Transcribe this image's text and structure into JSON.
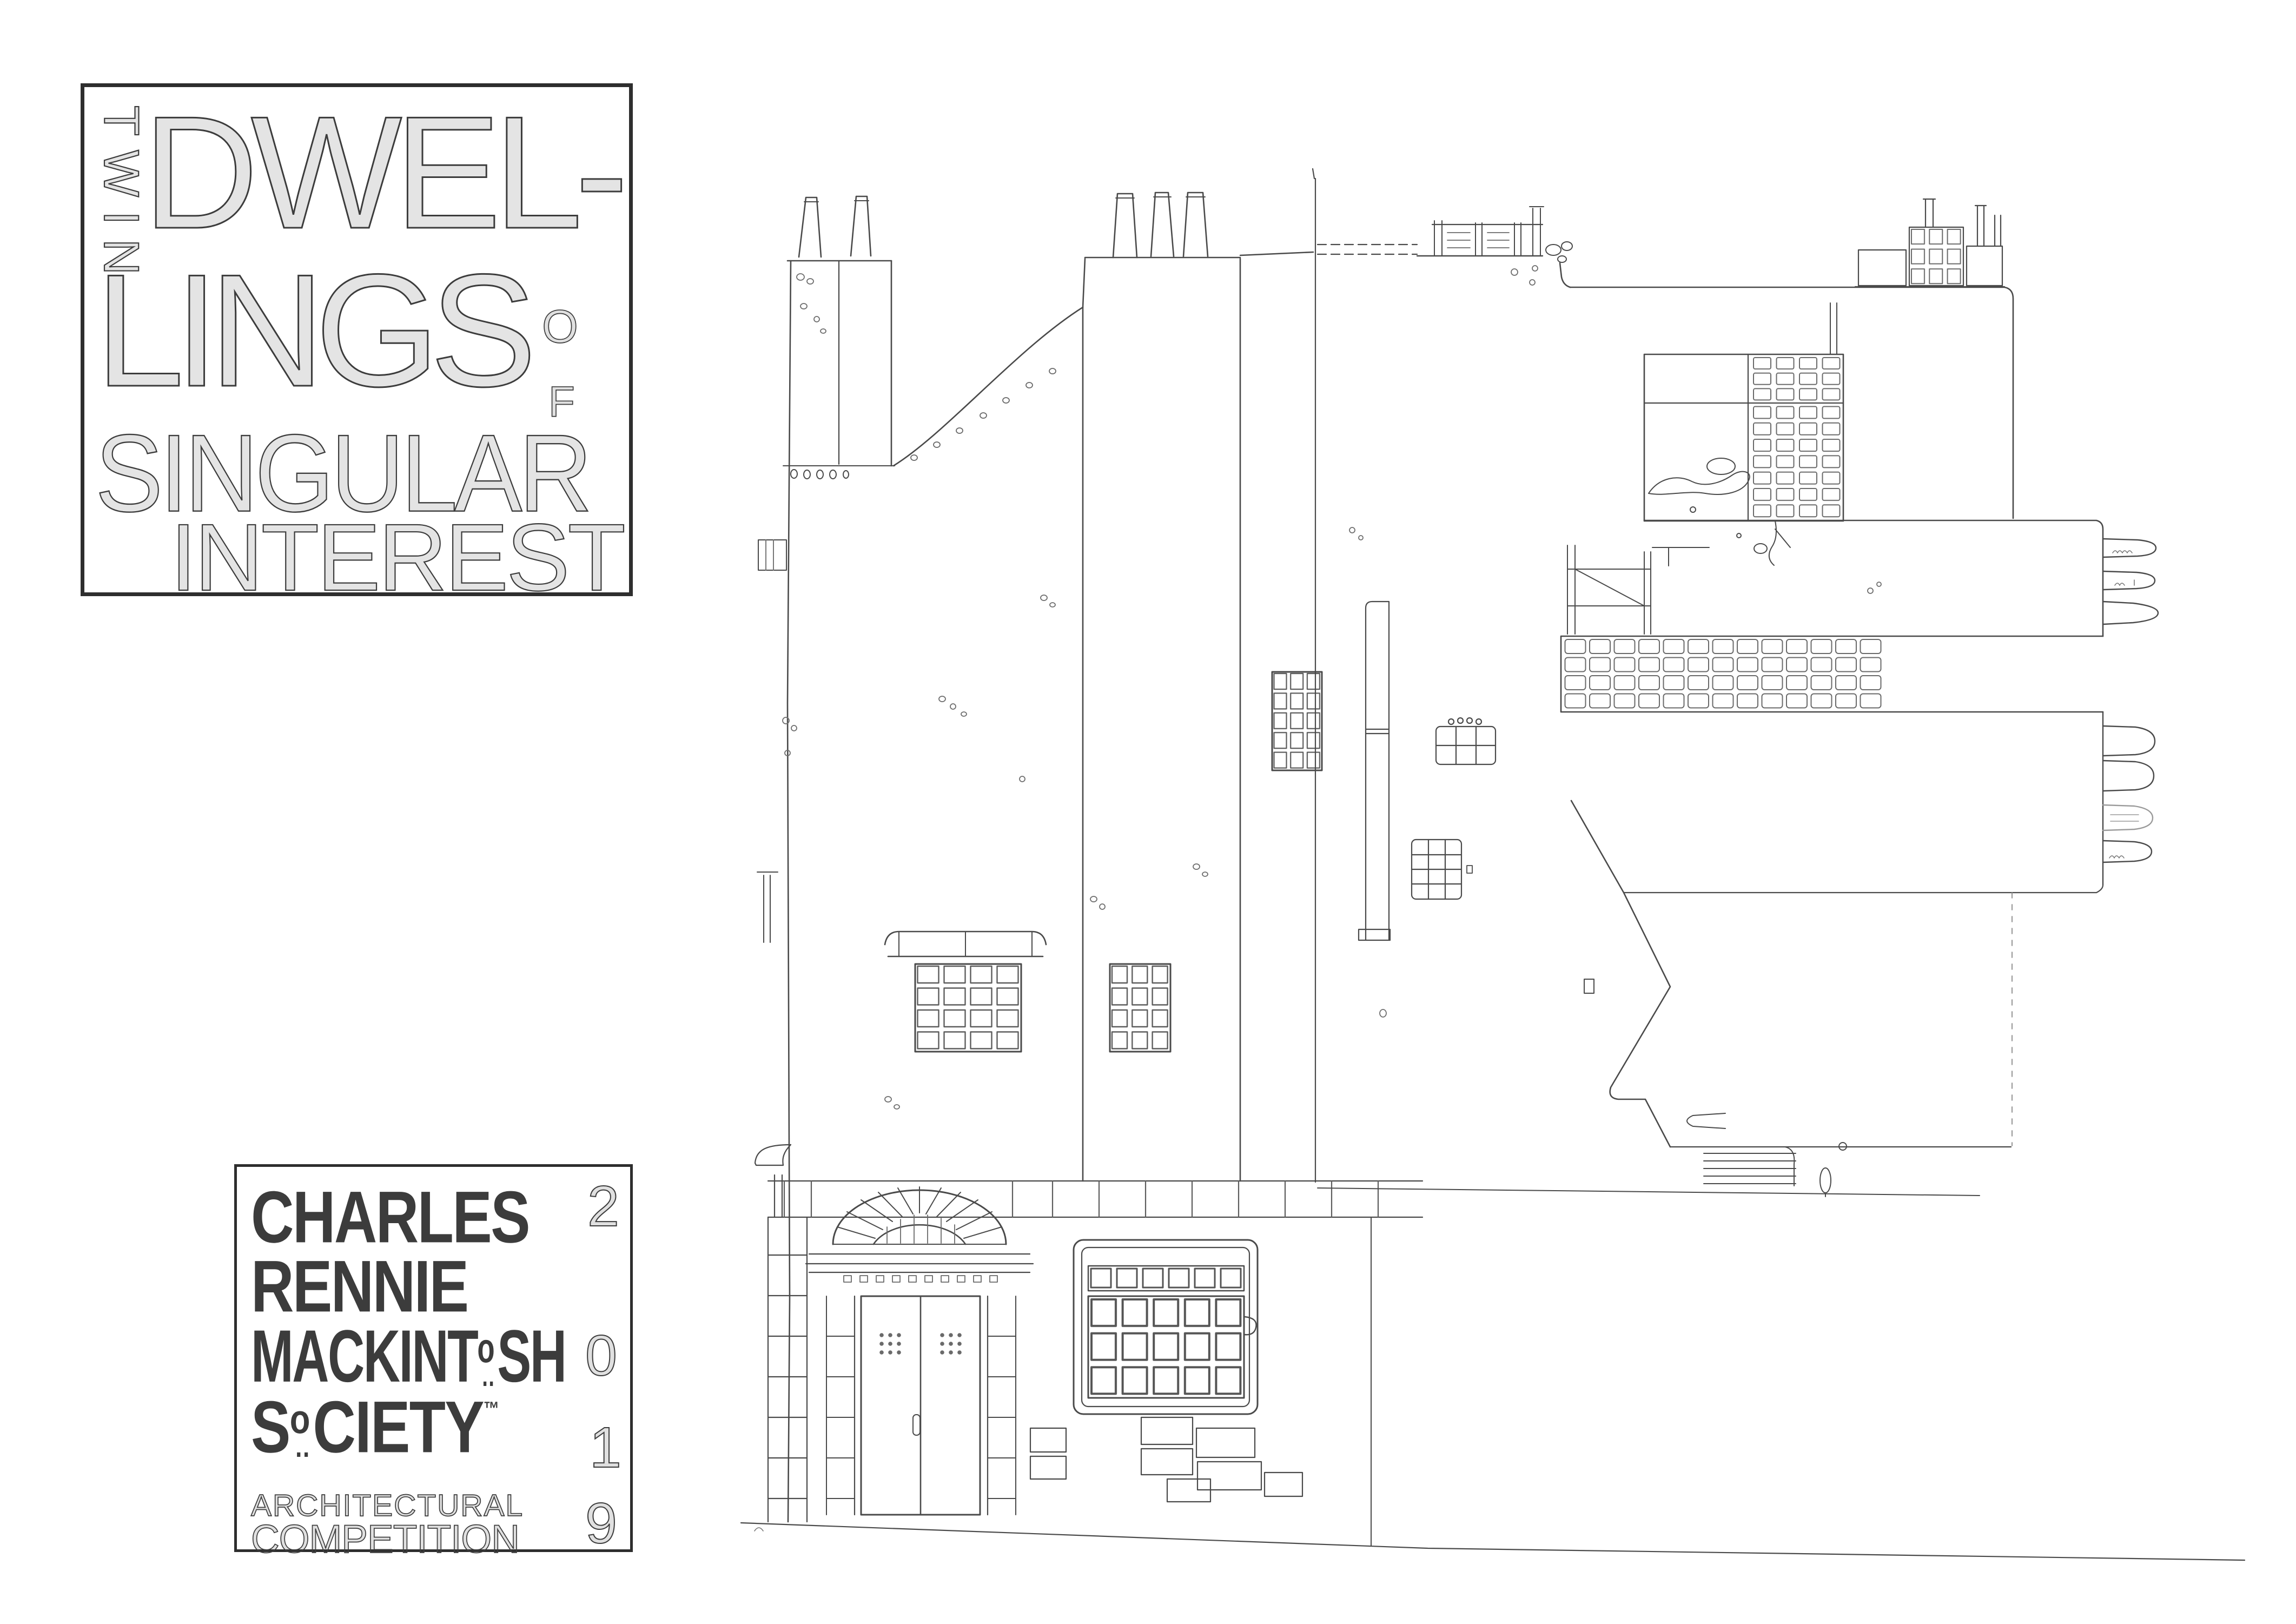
{
  "poster": {
    "background_color": "#ffffff",
    "ink_color": "#3c3c3c",
    "drawing_line_color": "#4a4a4a",
    "title_block": {
      "vertical_word": "TWIN",
      "line1": "DWEL-",
      "line2": "LINGS",
      "of_o": "O",
      "of_f": "F",
      "line3": "SINGULAR",
      "line4": "INTEREST"
    },
    "credit_block": {
      "line1": "CHARLES",
      "line2": "RENNIE",
      "mackintosh": {
        "pre": "MACKINT",
        "o": "o",
        "dots": "..",
        "post": "SH"
      },
      "society": {
        "pre": "S",
        "o": "o",
        "dots": "..",
        "post": "CIETY",
        "tm": "™"
      },
      "event_line1": "ARCHITECTURAL",
      "event_line2": "COMPETITION",
      "year_digits": [
        "2",
        "0",
        "1",
        "9"
      ]
    },
    "artwork": {
      "subject": "edge-traced line drawing of a Mackintosh house elevation (upright gable elevation with chimneys, entrance arch and bay window on the left; rotated twin elevation with window bands and chimney finials on the right)"
    }
  }
}
